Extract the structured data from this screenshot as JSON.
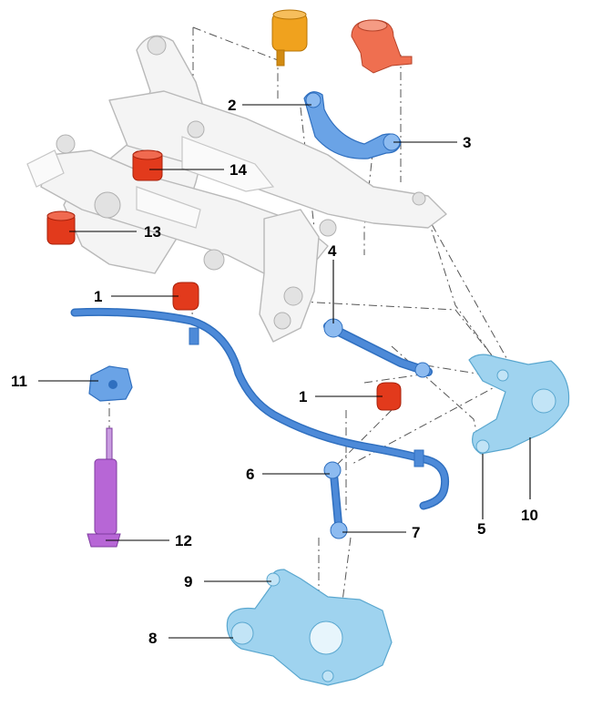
{
  "callouts": {
    "c1a": "1",
    "c1b": "1",
    "c2": "2",
    "c3": "3",
    "c4": "4",
    "c5": "5",
    "c6": "6",
    "c7": "7",
    "c8": "8",
    "c9": "9",
    "c10": "10",
    "c11": "11",
    "c12": "12",
    "c13": "13",
    "c14": "14"
  },
  "colors": {
    "subframe": "#f4f4f4",
    "arms": "#6aa3e6",
    "knuckle": "#9fd3ef",
    "bushing_red": "#e23a1c",
    "mount_orange": "#f0a21e",
    "shock_purple": "#b766d6"
  }
}
